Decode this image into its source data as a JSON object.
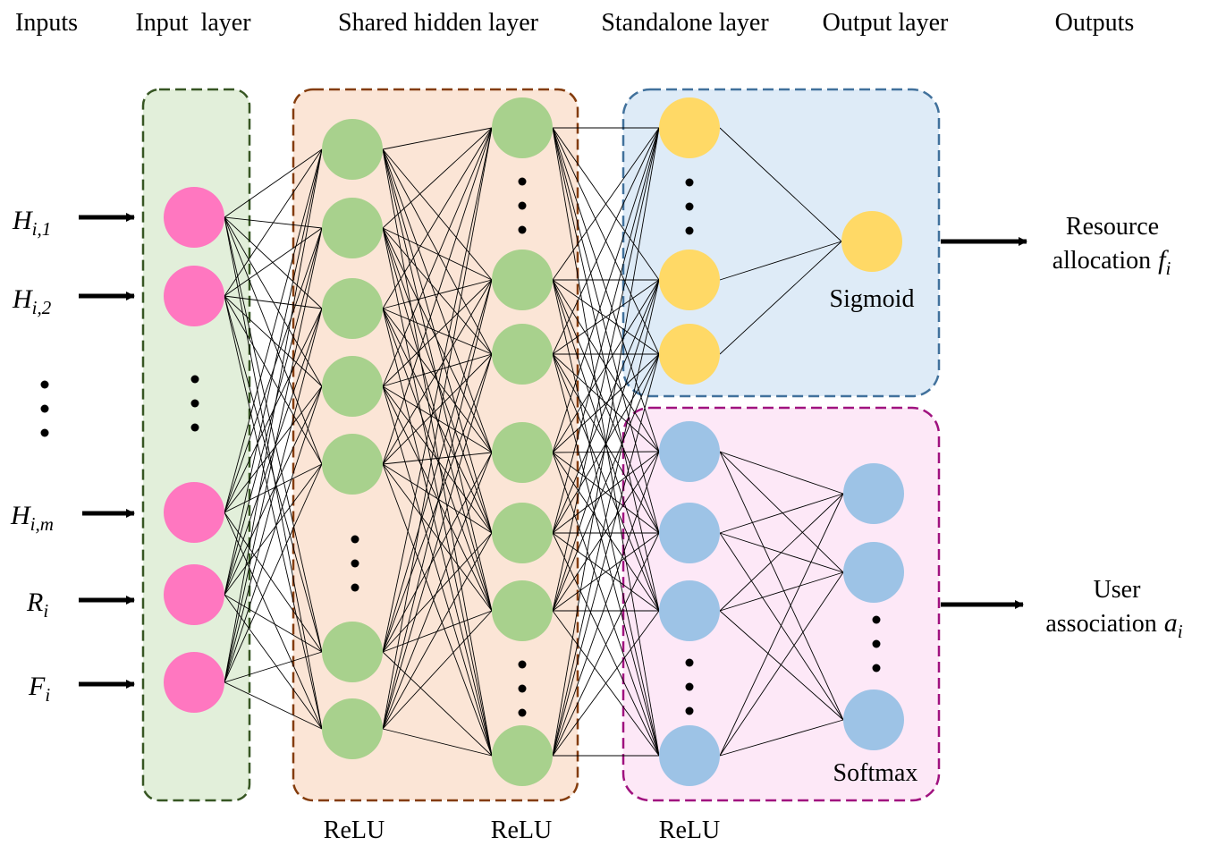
{
  "headers": {
    "inputs": "Inputs",
    "input_layer": "Input  layer",
    "shared_hidden_layer": "Shared hidden layer",
    "standalone_layer": "Standalone layer",
    "output_layer": "Output layer",
    "outputs": "Outputs"
  },
  "inputs": [
    {
      "base": "H",
      "sub": "i,1"
    },
    {
      "base": "H",
      "sub": "i,2"
    },
    {
      "base": "H",
      "sub": "i,m"
    },
    {
      "base": "R",
      "sub": "i"
    },
    {
      "base": "F",
      "sub": "i"
    }
  ],
  "activations": {
    "hidden1": "ReLU",
    "hidden2": "ReLU",
    "standalone": "ReLU",
    "sigmoid": "Sigmoid",
    "softmax": "Softmax"
  },
  "outputs": {
    "resource_line1": "Resource",
    "resource_line2": "allocation",
    "resource_var": "f",
    "resource_sub": "i",
    "user_line1": "User",
    "user_line2": "association",
    "user_var": "a",
    "user_sub": "i"
  },
  "colors": {
    "input_node": "#FF77C0",
    "hidden_node": "#A8D18D",
    "sigmoid_node": "#FFD966",
    "softmax_node": "#9DC3E6",
    "input_panel_fill": "#E2EFDA",
    "input_panel_border": "#375623",
    "hidden_panel_fill": "#FBE5D6",
    "hidden_panel_border": "#843C0C",
    "sigmoid_panel_fill": "#DEEBF7",
    "sigmoid_panel_border": "#41719C",
    "softmax_panel_fill": "#FDE8F7",
    "softmax_panel_border": "#A0127F"
  }
}
